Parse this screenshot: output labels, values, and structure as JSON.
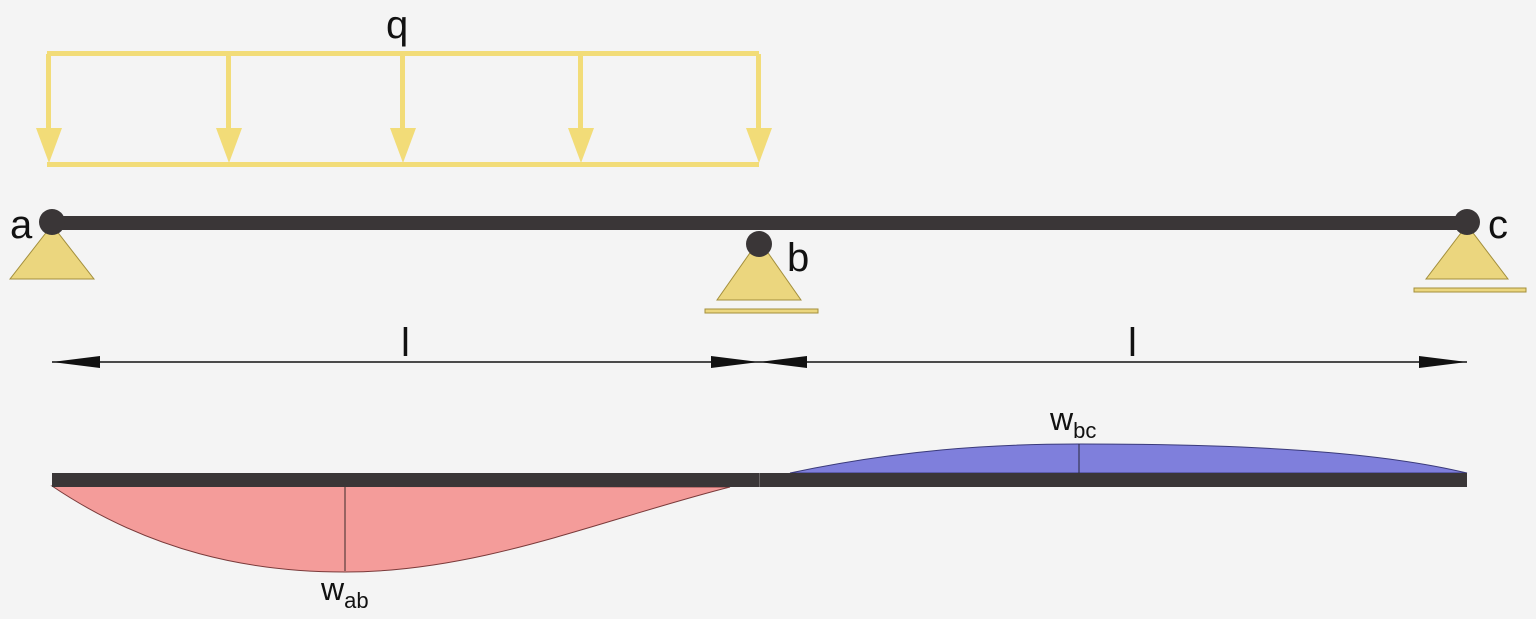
{
  "labels": {
    "load": "q",
    "node_a": "a",
    "node_b": "b",
    "node_c": "c",
    "span_left": "l",
    "span_right": "l",
    "deflection_ab_main": "w",
    "deflection_ab_sub": "ab",
    "deflection_bc_main": "w",
    "deflection_bc_sub": "bc"
  },
  "colors": {
    "background": "#f4f4f4",
    "load": "#f2dc78",
    "beam": "#3a3637",
    "support_fill": "#ebd67e",
    "support_stroke": "#a38f3c",
    "deflection_ab_fill": "#f49c9a",
    "deflection_ab_stroke": "#7a3a3a",
    "deflection_bc_fill": "#7f7fdc",
    "deflection_bc_stroke": "#3a3a7a"
  },
  "structure": {
    "load_type": "uniformly distributed load over span ab",
    "spans": 2,
    "supports": [
      "pin at a",
      "roller at b",
      "roller at c"
    ]
  }
}
